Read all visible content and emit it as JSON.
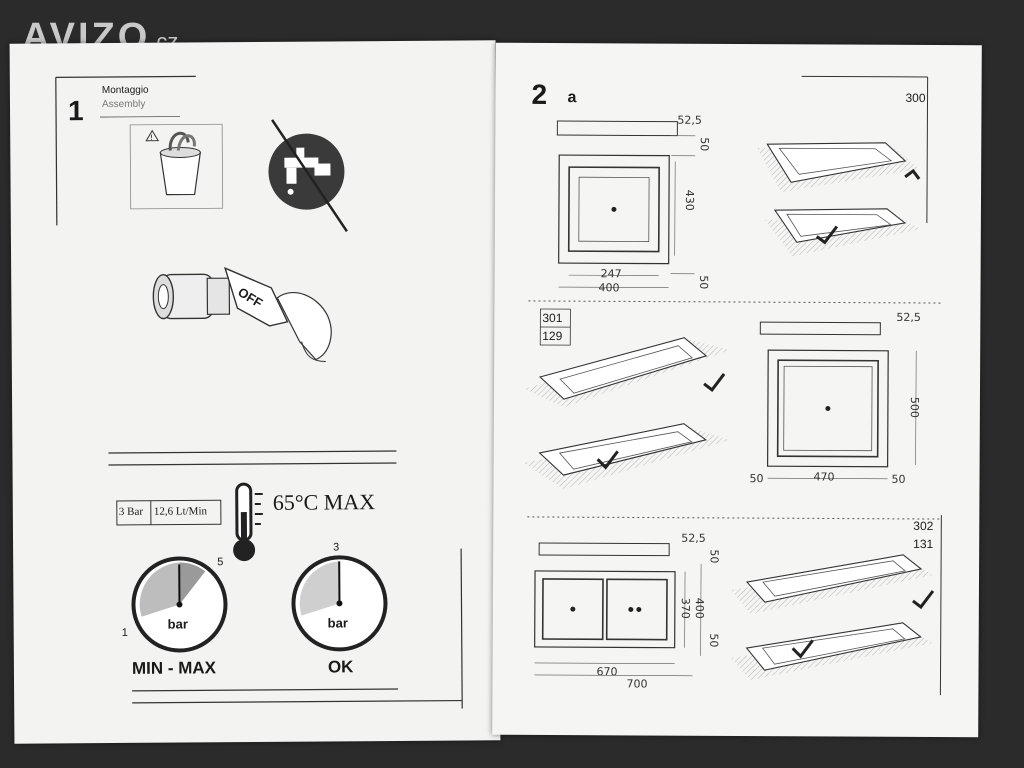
{
  "watermark": {
    "brand": "AVIZO",
    "suffix": ".cz"
  },
  "left_page": {
    "step_number": "1",
    "step_title_it": "Montaggio",
    "step_title_en": "Assembly",
    "valve_label": "OFF",
    "pressure_label": "3 Bar",
    "flow_label": "12,6 Lt/Min",
    "temperature_label": "65°C MAX",
    "gauge_left": {
      "min_label": "1",
      "max_label": "5",
      "unit": "bar",
      "caption": "MIN - MAX"
    },
    "gauge_right": {
      "top_label": "3",
      "unit": "bar",
      "caption": "OK"
    }
  },
  "right_page": {
    "step_number": "2",
    "step_letter": "a",
    "section_300": {
      "model": "300",
      "dims": {
        "top_height": "52,5",
        "side_top": "50",
        "side_inner": "430",
        "inner_width": "247",
        "outer_width": "400",
        "side_bottom": "50"
      }
    },
    "section_301": {
      "models": [
        "301",
        "129"
      ],
      "dims": {
        "top_height": "52,5",
        "side": "500",
        "left": "50",
        "width": "470",
        "right": "50"
      }
    },
    "section_302": {
      "models": [
        "302",
        "131"
      ],
      "dims": {
        "top_height": "52,5",
        "side_top": "50",
        "inner_height": "370",
        "outer_height": "400",
        "side_bottom": "50",
        "inner_width": "670",
        "outer_width": "700"
      }
    }
  }
}
